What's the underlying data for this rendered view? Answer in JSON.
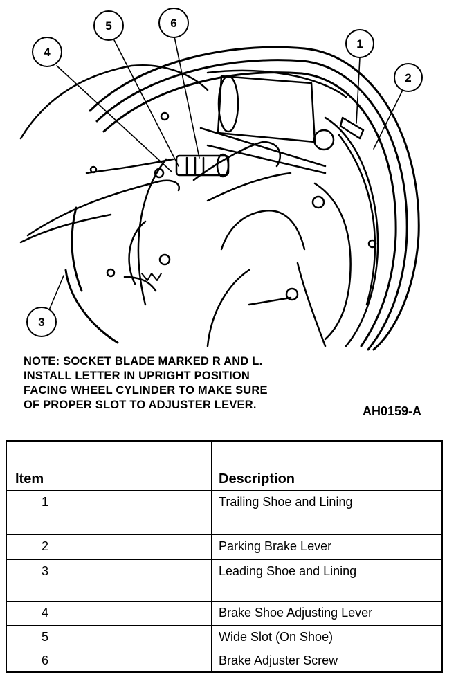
{
  "figure": {
    "callouts": [
      "1",
      "2",
      "3",
      "4",
      "5",
      "6"
    ],
    "note_lines": [
      "NOTE: SOCKET BLADE MARKED R AND L.",
      "INSTALL LETTER IN UPRIGHT POSITION",
      "FACING WHEEL CYLINDER TO MAKE SURE",
      "OF PROPER SLOT TO ADJUSTER LEVER."
    ],
    "figure_code": "AH0159-A"
  },
  "legend": {
    "headers": [
      "Item",
      "Description"
    ],
    "rows": [
      {
        "item": "1",
        "description": "Trailing Shoe and Lining"
      },
      {
        "item": "2",
        "description": "Parking Brake Lever"
      },
      {
        "item": "3",
        "description": "Leading Shoe and Lining"
      },
      {
        "item": "4",
        "description": "Brake Shoe Adjusting Lever"
      },
      {
        "item": "5",
        "description": "Wide Slot (On Shoe)"
      },
      {
        "item": "6",
        "description": "Brake Adjuster Screw"
      }
    ]
  }
}
